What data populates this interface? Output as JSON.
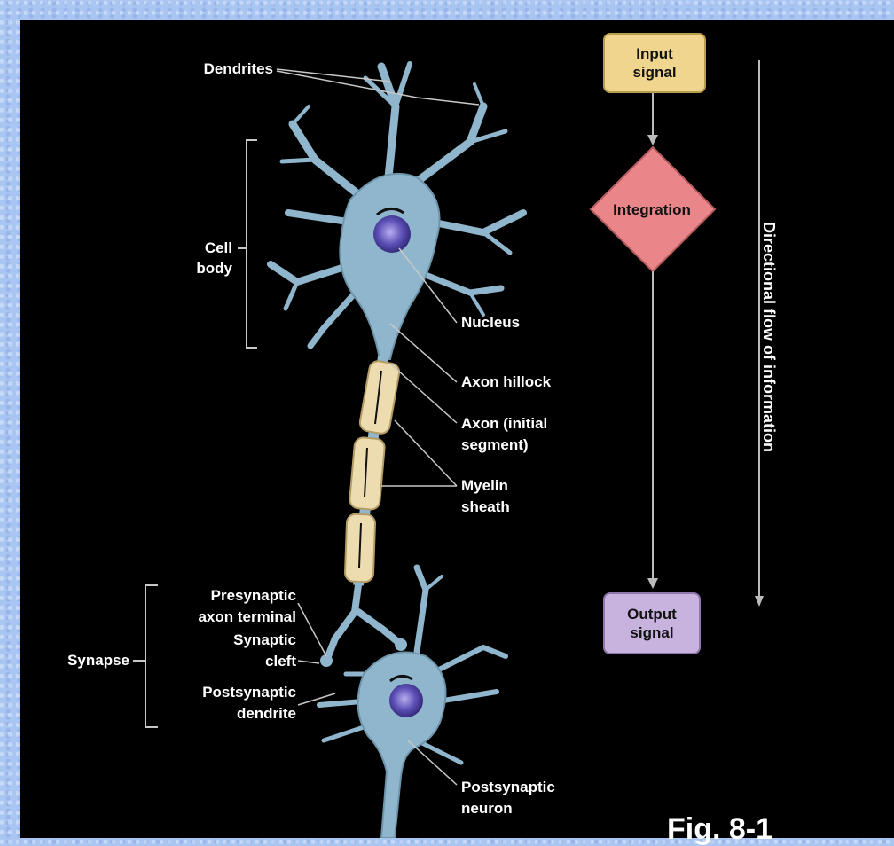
{
  "diagram": {
    "labels": {
      "dendrites": "Dendrites",
      "cell_body_line1": "Cell",
      "cell_body_line2": "body",
      "nucleus": "Nucleus",
      "axon_hillock": "Axon hillock",
      "axon_initial_line1": "Axon (initial",
      "axon_initial_line2": "segment)",
      "myelin_line1": "Myelin",
      "myelin_line2": "sheath",
      "presynaptic_line1": "Presynaptic",
      "presynaptic_line2": "axon terminal",
      "synaptic_cleft_line1": "Synaptic",
      "synaptic_cleft_line2": "cleft",
      "postsynaptic_dendrite_line1": "Postsynaptic",
      "postsynaptic_dendrite_line2": "dendrite",
      "synapse": "Synapse",
      "postsynaptic_neuron_line1": "Postsynaptic",
      "postsynaptic_neuron_line2": "neuron"
    },
    "flow": {
      "input_line1": "Input",
      "input_line2": "signal",
      "integration": "Integration",
      "output_line1": "Output",
      "output_line2": "signal",
      "direction_label": "Directional flow of information"
    },
    "caption": "Fig. 8-1",
    "colors": {
      "background": "#a9c6f2",
      "panel": "#000000",
      "neuron_fill": "#8fb6cc",
      "nucleus": "#4b3d9a",
      "myelin": "#eddcb0",
      "input_box": "#efd58d",
      "integration_diamond": "#e9868a",
      "output_box": "#c8b3df",
      "label_text": "#ffffff"
    }
  }
}
